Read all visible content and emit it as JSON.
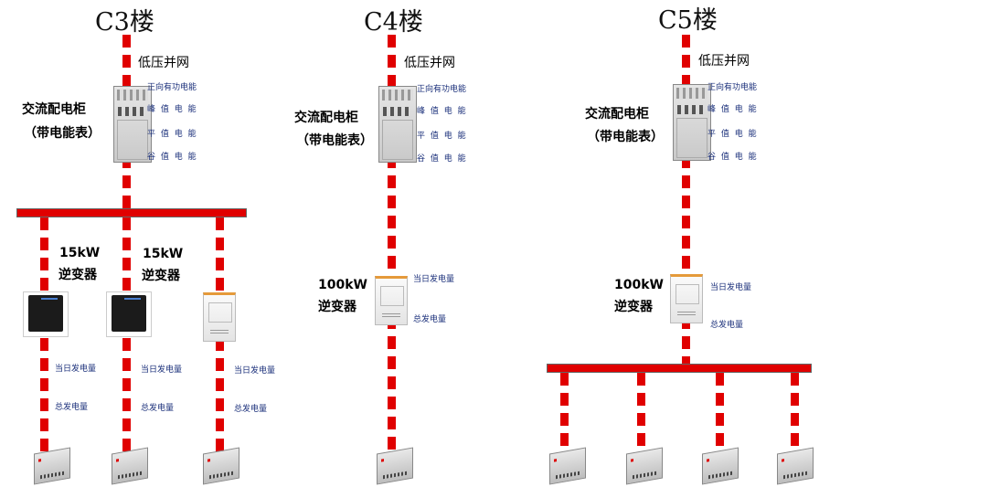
{
  "titles": {
    "c3": "C3楼",
    "c4": "C4楼",
    "c5": "C5楼"
  },
  "grid_label": "低压并网",
  "meter_labels": [
    "正向有功电能",
    "峰 值 电 能",
    "平 值 电 能",
    "谷 值 电 能"
  ],
  "cabinet_label": [
    "交流配电柜",
    "（带电能表）"
  ],
  "inverters": {
    "small_line1": "15kW",
    "small_line2": "逆变器",
    "large_line1": "100kW",
    "large_line2": "逆变器"
  },
  "energy_labels": {
    "daily": "当日发电量",
    "total": "总发电量"
  },
  "colors": {
    "line": "#e00000",
    "label_blue": "#1a2f7a"
  }
}
